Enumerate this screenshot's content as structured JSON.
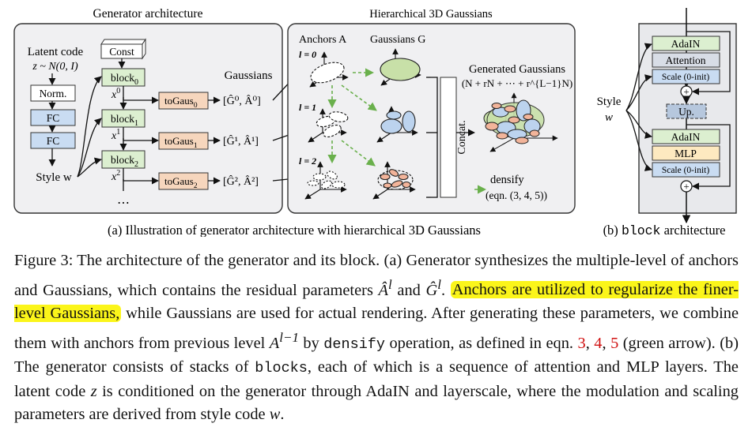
{
  "panel_a": {
    "title": "Generator architecture",
    "latent_code": "Latent code",
    "latent_dist": "z ~ N(0, I)",
    "norm": "Norm.",
    "fc1": "FC",
    "fc2": "FC",
    "style": "Style w",
    "const": "Const",
    "blocks": [
      "block",
      "block",
      "block"
    ],
    "block_subs": [
      "0",
      "1",
      "2"
    ],
    "x_labels": [
      "x",
      "x",
      "x"
    ],
    "togaus": [
      "toGaus",
      "toGaus",
      "toGaus"
    ],
    "outputs": [
      "[Ĝ⁰, Â⁰]",
      "[Ĝ¹, Â¹]",
      "[Ĝ², Â²]"
    ],
    "gaussians": "Gaussians",
    "ellipsis": "⋯"
  },
  "panel_hier": {
    "title": "Hierarchical 3D Gaussians",
    "anchors": "Anchors A",
    "gaussians": "Gaussians G",
    "levels": [
      "l = 0",
      "l = 1",
      "l = 2"
    ],
    "concat": "Concat.",
    "generated": "Generated Gaussians",
    "generated_count": "(N + rN + ⋯ + r^{L−1}N)",
    "densify": "densify",
    "densify_eq": "(eqn. (3, 4, 5))"
  },
  "panel_b": {
    "style": "Style",
    "style_var": "w",
    "adain1": "AdaIN",
    "attention": "Attention",
    "scale1": "Scale (0-init)",
    "up": "Up.",
    "adain2": "AdaIN",
    "mlp": "MLP",
    "scale2": "Scale (0-init)"
  },
  "subcaption_a": "(a) Illustration of generator architecture with hierarchical 3D Gaussians",
  "subcaption_b_prefix": "(b) ",
  "subcaption_b_mono": "block",
  "subcaption_b_suffix": " architecture",
  "caption": {
    "c1": "Figure 3: The architecture of the generator and its block. (a) Generator synthesizes the multiple-level of anchors and Gaussians, which contains the residual parameters ",
    "m1": "Â",
    "m1sup": "l",
    "c2": " and ",
    "m2": "Ĝ",
    "m2sup": "l",
    "c3": ". ",
    "highlight": "Anchors are utilized to regularize the finer-level Gaussians,",
    "c4": " while Gaussians are used for actual rendering. After generating these parameters, we combine them with anchors from previous level ",
    "m3": "A",
    "m3sup": "l−1",
    "c5": " by ",
    "mono1": "densify",
    "c6": " operation, as defined in eqn. ",
    "ref1": "3",
    "sep1": ", ",
    "ref2": "4",
    "sep2": ", ",
    "ref3": "5",
    "c7": " (green arrow). (b) The generator consists of stacks of ",
    "mono2": "blocks",
    "c8": ", each of which is a sequence of attention and MLP layers. The latent code ",
    "m4": "z",
    "c9": " is conditioned on the generator through AdaIN and layerscale, where the modulation and scaling parameters are derived from style code ",
    "m5": "w",
    "c10": "."
  },
  "colors": {
    "panel_bg": "#f0f0f2",
    "block_green": "#dcefd0",
    "blue_box": "#c9dcf2",
    "togaus_orange": "#f6d6bd",
    "mlp_yellow": "#fde9c0",
    "attention_gray": "#d8dde6",
    "arrow_green": "#6ab04c",
    "highlight": "#fbf51a",
    "ref_red": "#d01010"
  }
}
